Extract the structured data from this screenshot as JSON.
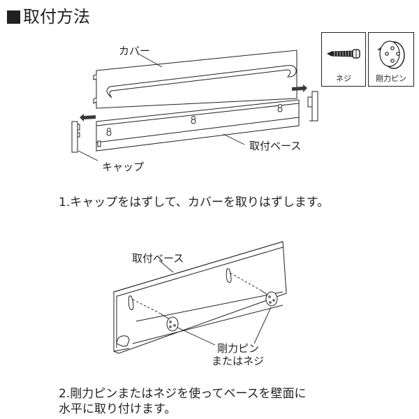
{
  "title": "取付方法",
  "parts_legend": [
    {
      "label": "ネジ",
      "icon": "screw-icon"
    },
    {
      "label": "剛力ピン",
      "icon": "pin-icon"
    }
  ],
  "figure1": {
    "labels": {
      "cover": "カバー",
      "base": "取付ベース",
      "cap": "キャップ"
    },
    "caption": "1.キャップをはずして、カバーを取りはずします。"
  },
  "figure2": {
    "labels": {
      "base": "取付ベース",
      "pin_line1": "剛力ピン",
      "pin_line2": "またはネジ"
    },
    "caption_line1": "2.剛力ピンまたはネジを使ってベースを壁面に",
    "caption_line2": "水平に取り付けます。"
  },
  "colors": {
    "ink": "#231f20",
    "fill": "#ffffff",
    "arrow": "#3a3a3a"
  }
}
